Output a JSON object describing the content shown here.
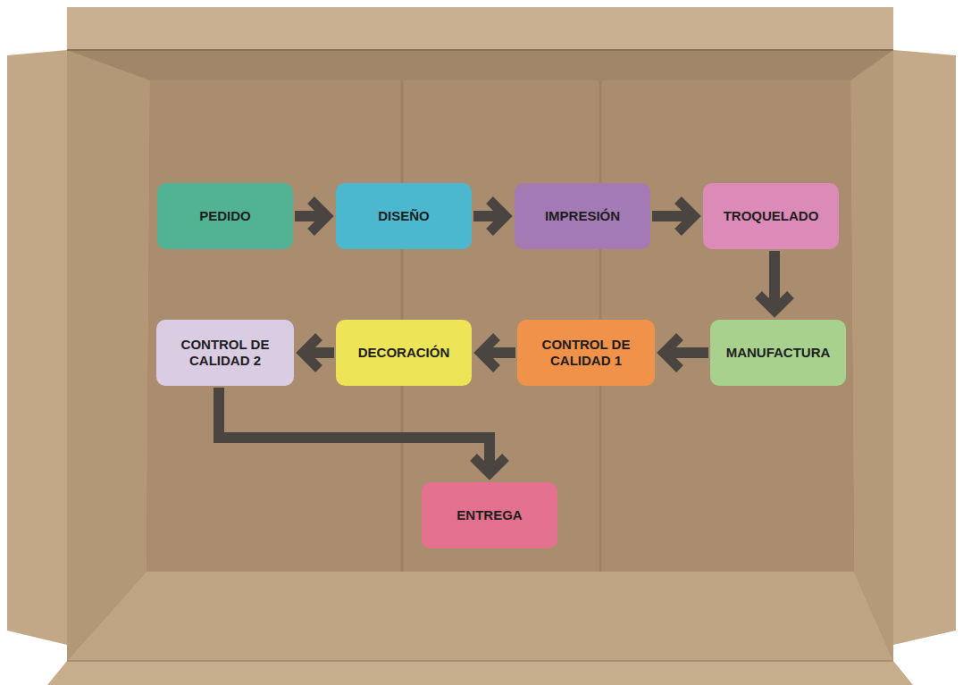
{
  "diagram": {
    "nodes": [
      {
        "text": [
          "PEDIDO"
        ]
      },
      {
        "text": [
          "DISEÑO"
        ]
      },
      {
        "text": [
          "IMPRESIÓN"
        ]
      },
      {
        "text": [
          "TROQUELADO"
        ]
      },
      {
        "text": [
          "MANUFACTURA"
        ]
      },
      {
        "text": [
          "CONTROL DE CALIDAD 1"
        ]
      },
      {
        "text": [
          "DECORACIÓN"
        ]
      },
      {
        "text": [
          "CONTROL DE CALIDAD 2"
        ]
      },
      {
        "text": [
          "ENTREGA"
        ]
      }
    ],
    "edges": [
      {
        "from": 0,
        "to": 1,
        "arrow": "to"
      },
      {
        "from": 1,
        "to": 2,
        "arrow": "to"
      },
      {
        "from": 2,
        "to": 3,
        "arrow": "to"
      },
      {
        "from": 3,
        "to": 4,
        "arrow": "to"
      },
      {
        "from": 4,
        "to": 5,
        "arrow": "to"
      },
      {
        "from": 5,
        "to": 6,
        "arrow": "to"
      },
      {
        "from": 6,
        "to": 7,
        "arrow": "to"
      },
      {
        "from": 7,
        "to": 8,
        "arrow": "to"
      }
    ]
  }
}
